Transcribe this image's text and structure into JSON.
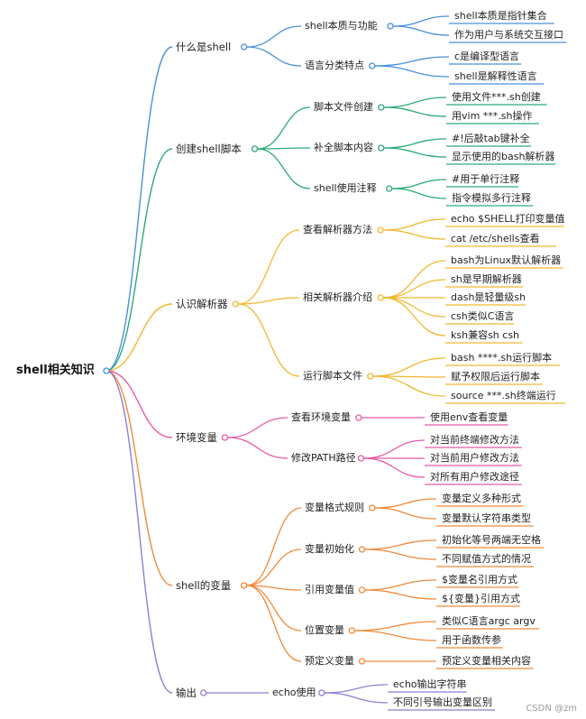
{
  "root": {
    "label": "shell相关知识"
  },
  "branches": [
    {
      "label": "什么是shell",
      "color": "#4a90d9",
      "children": [
        {
          "label": "shell本质与功能",
          "children": [
            "shell本质是指针集合",
            "作为用户与系统交互接口"
          ]
        },
        {
          "label": "语言分类特点",
          "children": [
            "c是编译型语言",
            "shell是解释性语言"
          ]
        }
      ]
    },
    {
      "label": "创建shell脚本",
      "color": "#2eaa78",
      "children": [
        {
          "label": "脚本文件创建",
          "children": [
            "使用文件***.sh创建",
            "用vim ***.sh操作"
          ]
        },
        {
          "label": "补全脚本内容",
          "children": [
            "#!后敲tab键补全",
            "显示使用的bash解析器"
          ]
        },
        {
          "label": "shell使用注释",
          "children": [
            "#用于单行注释",
            "指令模拟多行注释"
          ]
        }
      ]
    },
    {
      "label": "认识解析器",
      "color": "#f2b731",
      "children": [
        {
          "label": "查看解析器方法",
          "children": [
            "echo $SHELL打印变量值",
            "cat /etc/shells查看"
          ]
        },
        {
          "label": "相关解析器介绍",
          "children": [
            "bash为Linux默认解析器",
            "sh是早期解析器",
            "dash是轻量级sh",
            "csh类似C语言",
            "ksh兼容sh csh"
          ]
        },
        {
          "label": "运行脚本文件",
          "children": [
            "bash ****.sh运行脚本",
            "赋予权限后运行脚本",
            "source ***.sh终端运行"
          ]
        }
      ]
    },
    {
      "label": "环境变量",
      "color": "#e85aa8",
      "children": [
        {
          "label": "查看环境变量",
          "children": [
            "使用env查看变量"
          ]
        },
        {
          "label": "修改PATH路径",
          "children": [
            "对当前终端修改方法",
            "对当前用户修改方法",
            "对所有用户修改途径"
          ]
        }
      ]
    },
    {
      "label": "shell的变量",
      "color": "#f08a3a",
      "children": [
        {
          "label": "变量格式规则",
          "children": [
            "变量定义多种形式",
            "变量默认字符串类型"
          ]
        },
        {
          "label": "变量初始化",
          "children": [
            "初始化等号两端无空格",
            "不同赋值方式的情况"
          ]
        },
        {
          "label": "引用变量值",
          "children": [
            "$变量名引用方式",
            "${变量}引用方式"
          ]
        },
        {
          "label": "位置变量",
          "children": [
            "类似C语言argc argv",
            "用于函数传参"
          ]
        },
        {
          "label": "预定义变量",
          "children": [
            "预定义变量相关内容"
          ]
        }
      ]
    },
    {
      "label": "输出",
      "color": "#8f7fd3",
      "children": [
        {
          "label": "echo使用",
          "children": [
            "echo输出字符串",
            "不同引号输出变量区别"
          ]
        }
      ]
    }
  ],
  "watermark": "CSDN @zm"
}
